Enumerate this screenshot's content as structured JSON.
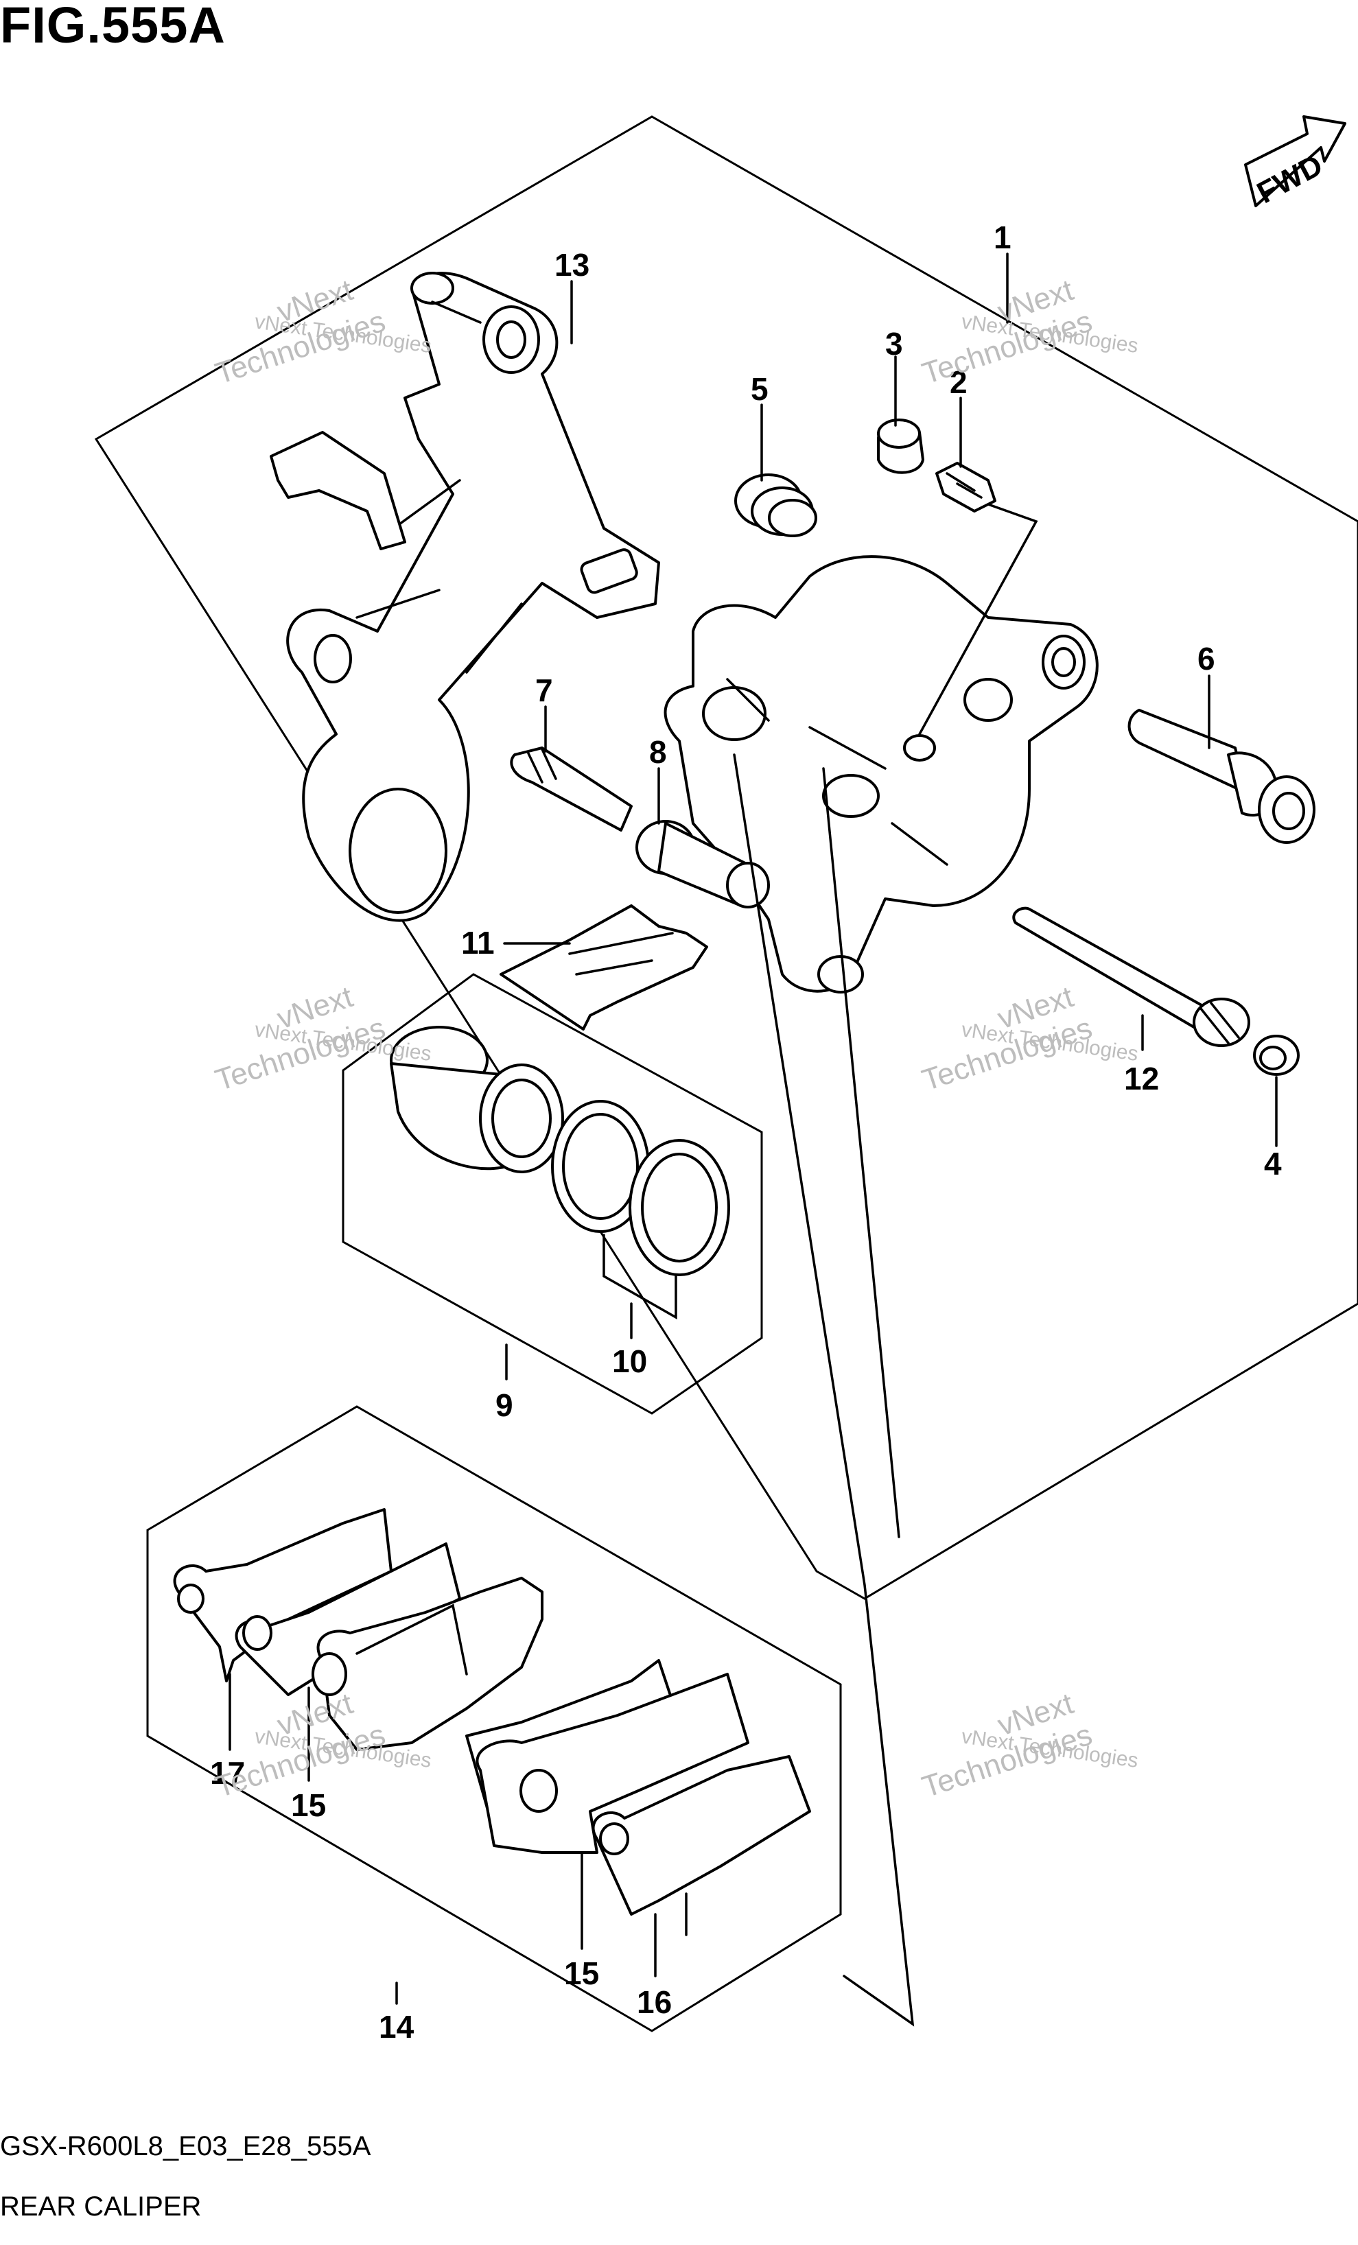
{
  "figure": {
    "title": "FIG.555A",
    "fwd_label": "FWD",
    "model_code": "GSX-R600L8_E03_E28_555A",
    "section_name": "REAR CALIPER"
  },
  "watermark": {
    "line1": "vNext Technologies",
    "line2a": "vNext",
    "line2b": "Technologies"
  },
  "callouts": [
    {
      "id": "1",
      "label": "1"
    },
    {
      "id": "2",
      "label": "2"
    },
    {
      "id": "3",
      "label": "3"
    },
    {
      "id": "4",
      "label": "4"
    },
    {
      "id": "5",
      "label": "5"
    },
    {
      "id": "6",
      "label": "6"
    },
    {
      "id": "7",
      "label": "7"
    },
    {
      "id": "8",
      "label": "8"
    },
    {
      "id": "9",
      "label": "9"
    },
    {
      "id": "10",
      "label": "10"
    },
    {
      "id": "11",
      "label": "11"
    },
    {
      "id": "12",
      "label": "12"
    },
    {
      "id": "13",
      "label": "13"
    },
    {
      "id": "14",
      "label": "14"
    },
    {
      "id": "15a",
      "label": "15"
    },
    {
      "id": "15b",
      "label": "15"
    },
    {
      "id": "16",
      "label": "16"
    },
    {
      "id": "17",
      "label": "17"
    }
  ]
}
